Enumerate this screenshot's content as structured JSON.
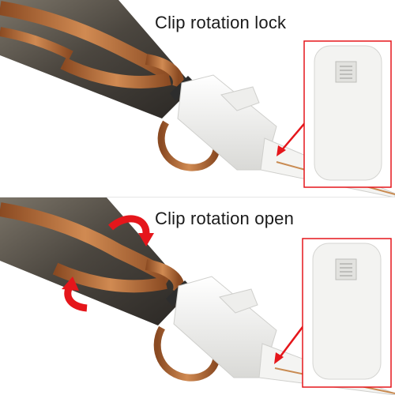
{
  "panels": [
    {
      "caption": "Clip rotation lock",
      "state": "lock"
    },
    {
      "caption": "Clip rotation open",
      "state": "open"
    }
  ],
  "colors": {
    "barrel": "#4a4640",
    "hair": "#b5672f",
    "body": "#f2f2f0",
    "arrow": "#e5161b",
    "callout_border": "#e5161b",
    "cord_stripe": "#c98b52"
  },
  "icons": [
    "rotation-arrow-icon",
    "callout-pointer-arrow-icon"
  ]
}
